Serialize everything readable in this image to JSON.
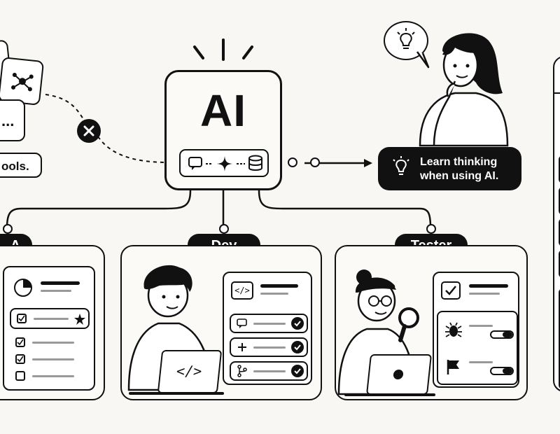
{
  "hub": {
    "title": "AI"
  },
  "left_chip": {
    "text": "ools."
  },
  "learn_badge": {
    "line1": "Learn thinking",
    "line2": "when using AI."
  },
  "roles": [
    {
      "label": "A"
    },
    {
      "label": "Dev"
    },
    {
      "label": "Tester"
    }
  ],
  "dev_card": {
    "code_glyph": "</>"
  },
  "laptop": {
    "code_glyph": "</>"
  },
  "icons": [
    "lightbulb-icon",
    "chat-icon",
    "sparkle-icon",
    "database-icon",
    "close-icon",
    "pie-chart-icon",
    "checkbox-icon",
    "star-icon",
    "code-icon",
    "plus-icon",
    "branch-icon",
    "bug-icon",
    "flag-icon",
    "check-circle-icon",
    "magnifier-icon"
  ]
}
